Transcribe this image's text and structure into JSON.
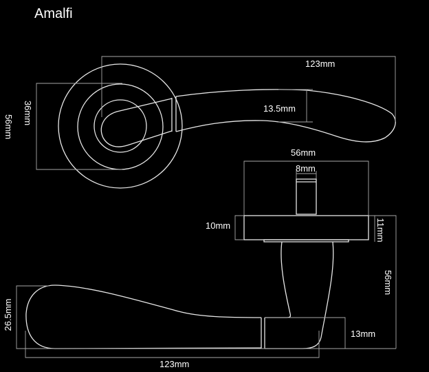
{
  "title": "Amalfi",
  "colors": {
    "background": "#000000",
    "lines": "#e8e8e8",
    "text": "#ffffff"
  },
  "front_view": {
    "length_label": "123mm",
    "lever_height_label": "13.5mm",
    "inner_rose_label": "36mm",
    "rose_diameter_label": "56mm"
  },
  "side_view": {
    "rose_diameter_label": "56mm",
    "spindle_label": "8mm",
    "rose_depth_label": "10mm",
    "rose_total_depth_label": "11mm",
    "projection_label": "56mm",
    "lever_end_height_label": "26.5mm",
    "lever_neck_label": "13mm",
    "length_label": "123mm"
  }
}
